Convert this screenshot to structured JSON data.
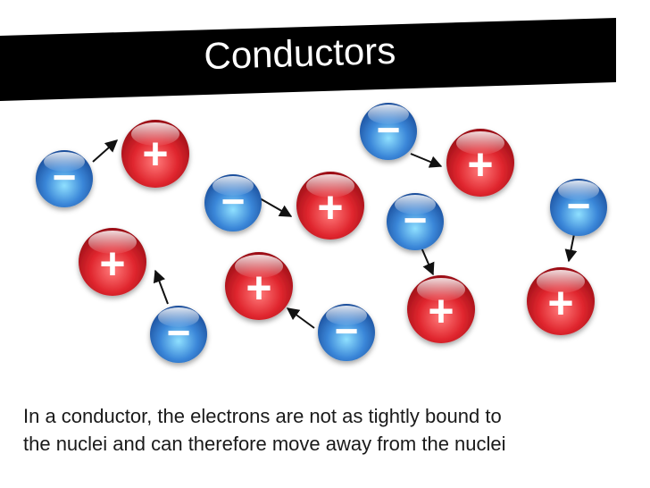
{
  "slide": {
    "title": "Conductors",
    "caption_line1": "In a conductor, the electrons are not as tightly bound to",
    "caption_line2": "the nuclei and can therefore move away from the nuclei"
  },
  "particles": {
    "proton_symbol": "+",
    "electron_symbol": "−"
  },
  "colors": {
    "title_band": "#000000",
    "title_text": "#ffffff",
    "proton_red": "#d9222b",
    "electron_blue": "#2f77cf",
    "arrow": "#111111"
  }
}
